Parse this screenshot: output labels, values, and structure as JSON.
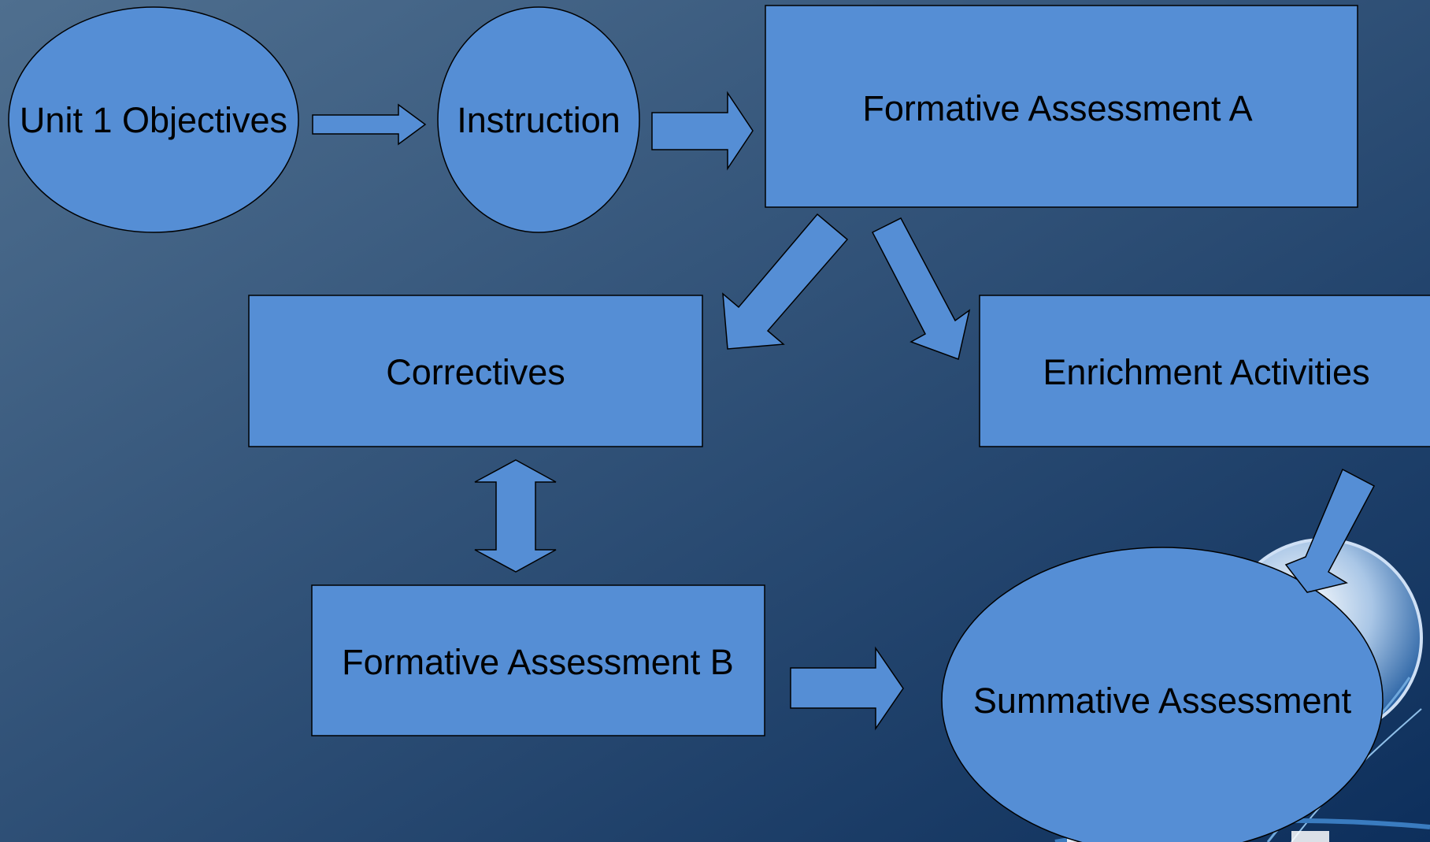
{
  "colors": {
    "background_light": "#4f6f8f",
    "background_dark": "#0d2f5c",
    "shape_fill": "#558ed5",
    "stroke": "#000000",
    "text": "#000000"
  },
  "nodes": {
    "unit_objectives": "Unit 1 Objectives",
    "instruction": "Instruction",
    "formative_a": "Formative Assessment A",
    "correctives": "Correctives",
    "enrichment": "Enrichment Activities",
    "formative_b": "Formative Assessment B",
    "summative": "Summative Assessment"
  },
  "decor": {
    "globe": "globe-icon"
  }
}
